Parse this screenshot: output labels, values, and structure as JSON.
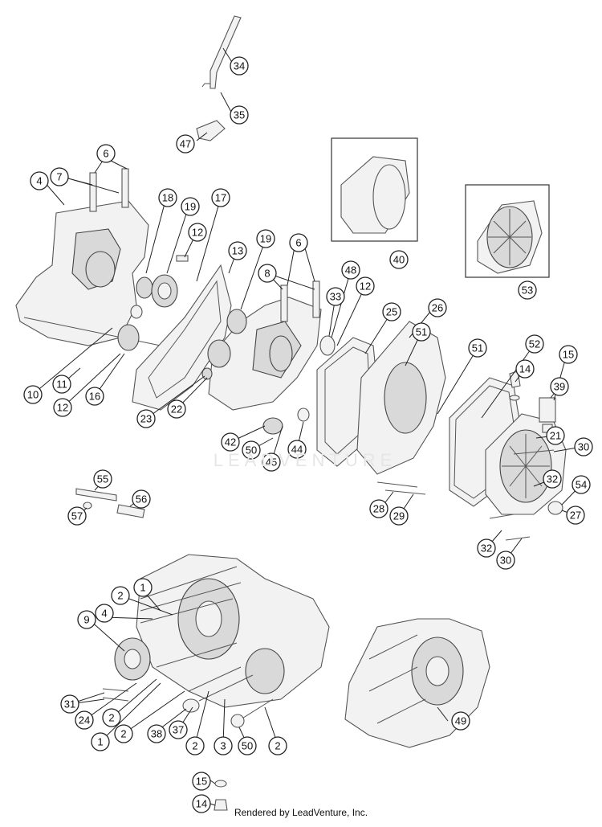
{
  "watermark": "LEADVENTURE",
  "footer": "Rendered by LeadVenture, Inc.",
  "callouts": [
    "34",
    "35",
    "47",
    "6",
    "7",
    "4",
    "18",
    "19",
    "17",
    "12",
    "13",
    "19",
    "6",
    "8",
    "48",
    "33",
    "12",
    "25",
    "40",
    "53",
    "26",
    "51",
    "51",
    "52",
    "15",
    "14",
    "39",
    "21",
    "30",
    "32",
    "54",
    "27",
    "32",
    "30",
    "10",
    "11",
    "12",
    "16",
    "23",
    "22",
    "42",
    "50",
    "45",
    "44",
    "28",
    "29",
    "55",
    "56",
    "57",
    "9",
    "4",
    "2",
    "1",
    "31",
    "24",
    "2",
    "1",
    "2",
    "38",
    "37",
    "2",
    "3",
    "50",
    "2",
    "49",
    "15",
    "14"
  ]
}
